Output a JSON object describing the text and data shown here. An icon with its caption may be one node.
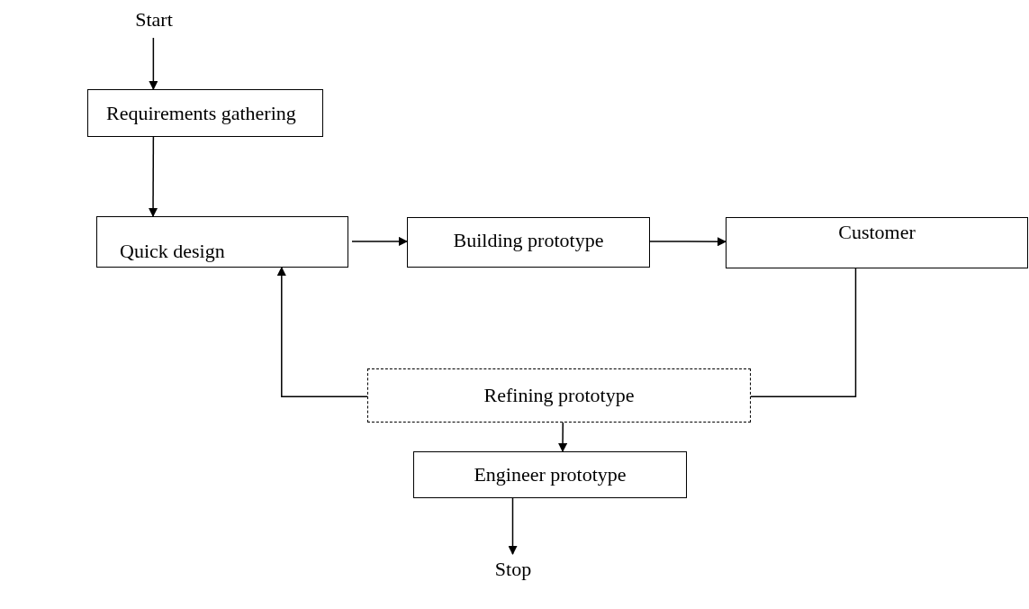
{
  "diagram": {
    "nodes": [
      {
        "text": [
          "Start"
        ]
      },
      {
        "text": [
          "Requirements gathering"
        ]
      },
      {
        "text": [
          "Quick design"
        ]
      },
      {
        "text": [
          "Building prototype"
        ]
      },
      {
        "text": [
          "Customer"
        ]
      },
      {
        "text": [
          "Refining prototype"
        ]
      },
      {
        "text": [
          "Engineer prototype"
        ]
      },
      {
        "text": [
          "Stop"
        ]
      }
    ],
    "edges": [
      {
        "from": 0,
        "to": 1,
        "arrow": "to"
      },
      {
        "from": 1,
        "to": 2,
        "arrow": "to"
      },
      {
        "from": 2,
        "to": 3,
        "arrow": "to"
      },
      {
        "from": 3,
        "to": 4,
        "arrow": "to"
      },
      {
        "from": 4,
        "to": 5,
        "arrow": "none"
      },
      {
        "from": 5,
        "to": 2,
        "arrow": "to"
      },
      {
        "from": 5,
        "to": 6,
        "arrow": "to"
      },
      {
        "from": 6,
        "to": 7,
        "arrow": "to"
      }
    ]
  }
}
